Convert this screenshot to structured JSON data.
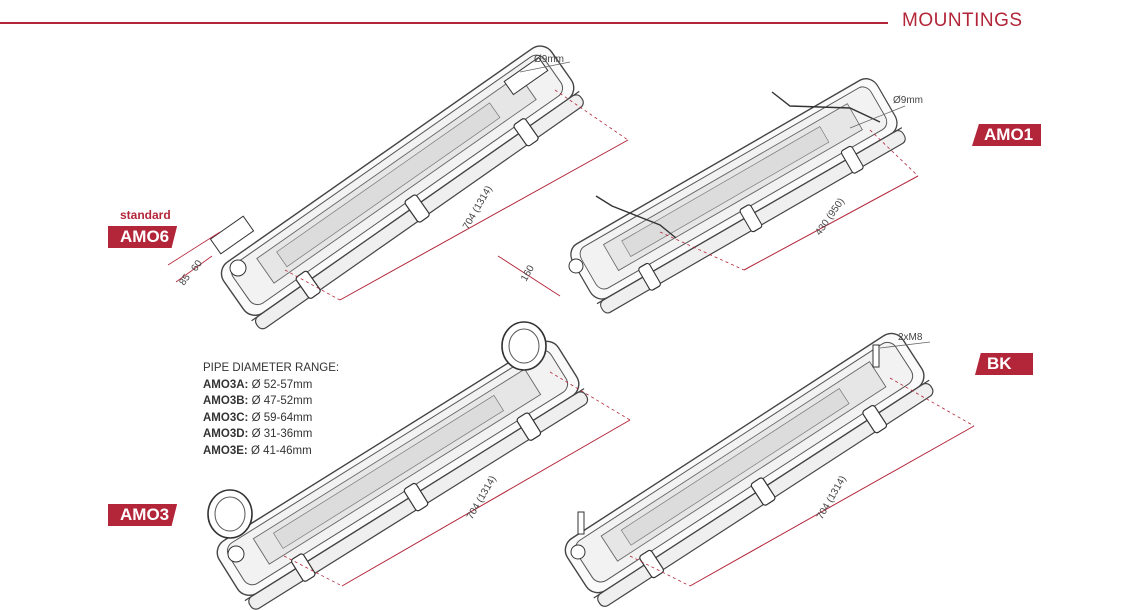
{
  "header": {
    "title": "MOUNTINGS",
    "accent": "#b3263a"
  },
  "tags": {
    "amo6": "AMO6",
    "amo6_note": "standard",
    "amo1": "AMO1",
    "amo3": "AMO3",
    "bk": "BK"
  },
  "pipe_range": {
    "title": "PIPE DIAMETER RANGE:",
    "rows": [
      {
        "code": "AMO3A:",
        "value": "Ø 52-57mm"
      },
      {
        "code": "AMO3B:",
        "value": "Ø 47-52mm"
      },
      {
        "code": "AMO3C:",
        "value": "Ø 59-64mm"
      },
      {
        "code": "AMO3D:",
        "value": "Ø 31-36mm"
      },
      {
        "code": "AMO3E:",
        "value": "Ø 41-46mm"
      }
    ]
  },
  "dimensions": {
    "amo6_length": "704 (1314)",
    "amo6_hole": "Ø9mm",
    "amo6_w1": "60",
    "amo6_w2": "85",
    "amo1_length": "430 (950)",
    "amo1_hole": "Ø9mm",
    "amo1_width": "160",
    "amo3_length": "704 (1314)",
    "bk_length": "704 (1314)",
    "bk_bolt": "2xM8"
  }
}
